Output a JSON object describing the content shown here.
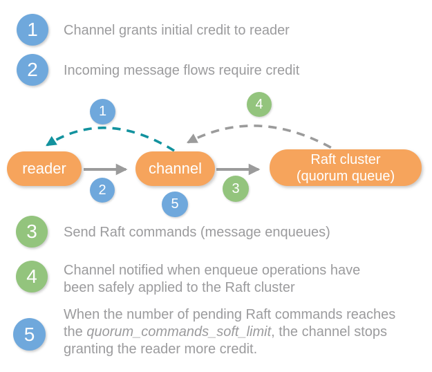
{
  "legend": {
    "item1": {
      "num": "1",
      "text": "Channel grants initial credit to reader"
    },
    "item2": {
      "num": "2",
      "text": "Incoming message flows require credit"
    },
    "item3": {
      "num": "3",
      "text": "Send Raft commands (message enqueues)"
    },
    "item4": {
      "num": "4",
      "line1": "Channel notified when enqueue operations have",
      "line2": "been safely applied to the Raft cluster"
    },
    "item5": {
      "num": "5",
      "line1": "When the number of pending Raft commands reaches",
      "line2_pre": "the ",
      "line2_italic": "quorum_commands_soft_limit",
      "line2_post": ", the channel stops",
      "line3": "granting the reader more credit."
    }
  },
  "diagram": {
    "nodes": {
      "reader": "reader",
      "channel": "channel",
      "raft_line1": "Raft cluster",
      "raft_line2": "(quorum queue)"
    },
    "badges": {
      "b1": "1",
      "b2": "2",
      "b3": "3",
      "b4": "4",
      "b5": "5"
    }
  },
  "colors": {
    "blue": "#6fa8dc",
    "green": "#93c47d",
    "orange": "#f6a45c",
    "teal": "#12929e",
    "gray_text": "#9b9b9d",
    "arrow_gray": "#9b9b9b"
  }
}
